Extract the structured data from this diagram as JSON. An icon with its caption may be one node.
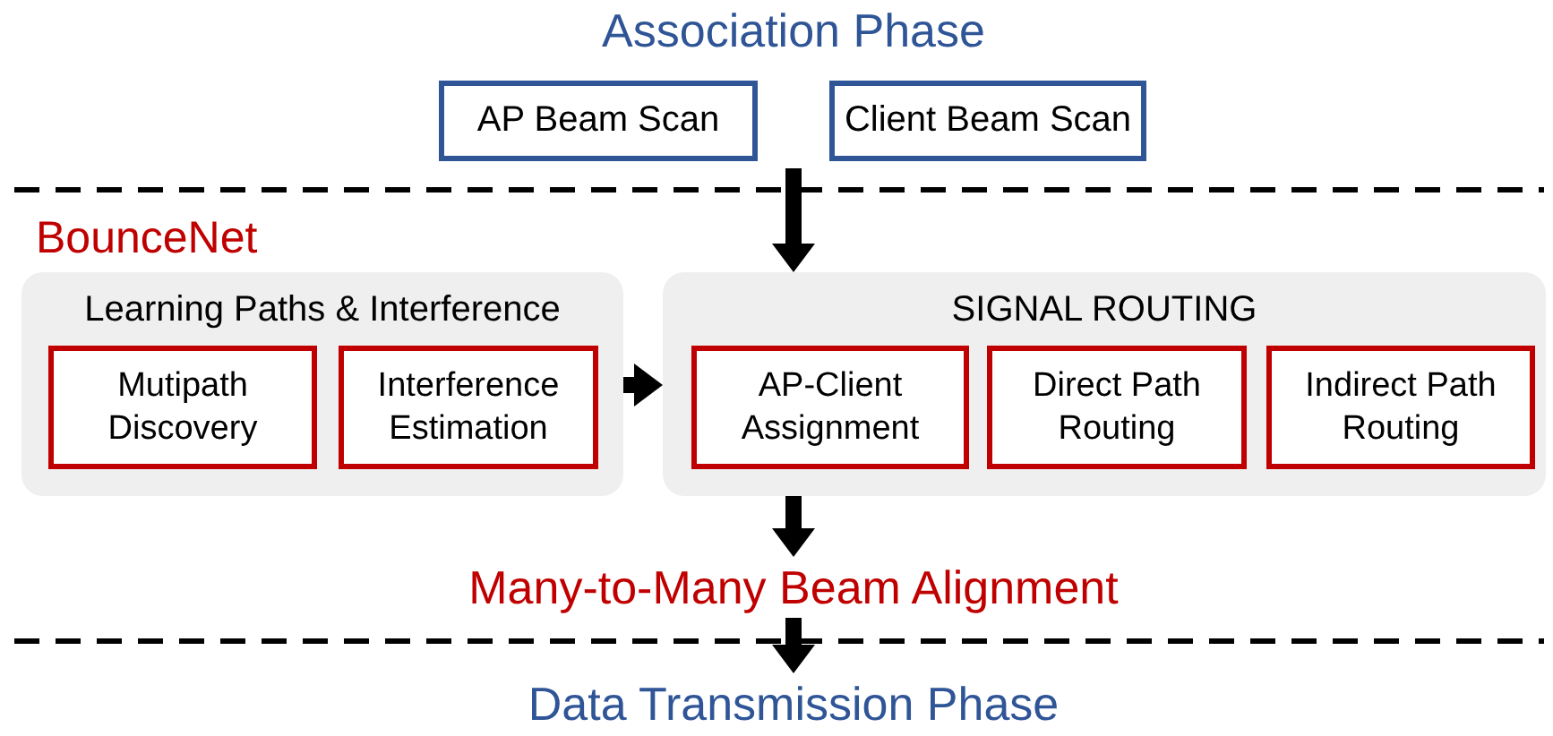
{
  "diagram": {
    "title": "Association Phase",
    "nodes": [
      {
        "text": [
          "AP Beam Scan"
        ]
      },
      {
        "text": [
          "Client Beam Scan"
        ]
      },
      {
        "text": [
          "Learning Paths & Interference"
        ]
      },
      {
        "text": [
          "Mutipath Discovery"
        ],
        "in": 2
      },
      {
        "text": [
          "Interference Estimation"
        ],
        "in": 2
      },
      {
        "text": [
          "SIGNAL ROUTING"
        ]
      },
      {
        "text": [
          "AP-Client Assignment"
        ],
        "in": 5
      },
      {
        "text": [
          "Direct Path Routing"
        ],
        "in": 5
      },
      {
        "text": [
          "Indirect Path Routing"
        ],
        "in": 5
      },
      {
        "text": [
          "Many-to-Many Beam Alignment"
        ]
      },
      {
        "text": [
          "Data Transmission Phase"
        ]
      }
    ],
    "edges": [
      {
        "from": null,
        "to": 5,
        "arrow": "to"
      },
      {
        "from": 2,
        "to": 5,
        "arrow": "to"
      },
      {
        "from": 5,
        "to": 9,
        "arrow": "to"
      },
      {
        "from": 9,
        "to": 10,
        "arrow": "to"
      }
    ],
    "labels": [
      "BounceNet"
    ]
  }
}
